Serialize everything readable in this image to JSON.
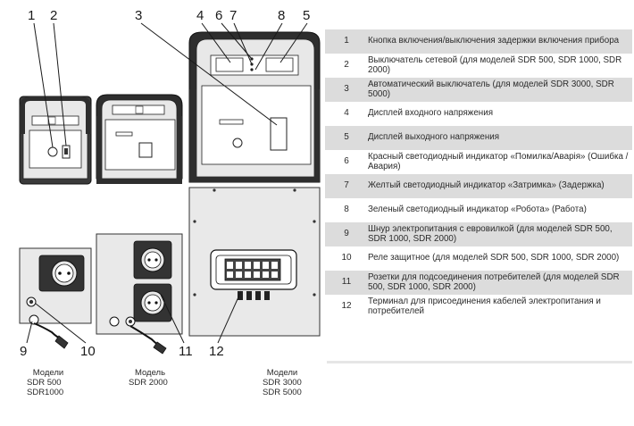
{
  "callouts": [
    "1",
    "2",
    "3",
    "4",
    "5",
    "6",
    "7",
    "8",
    "9",
    "10",
    "11",
    "12"
  ],
  "model_captions": {
    "left": {
      "title": "Модели",
      "line1": "SDR 500",
      "line2": "SDR1000"
    },
    "middle": {
      "title": "Модель",
      "line1": "SDR 2000"
    },
    "right": {
      "title": "Модели",
      "line1": "SDR 3000",
      "line2": "SDR 5000"
    }
  },
  "legend": [
    {
      "num": "1",
      "text": "Кнопка включения/выключения задержки включения прибора",
      "shaded": true
    },
    {
      "num": "2",
      "text": "Выключатель сетевой (для моделей SDR 500, SDR 1000, SDR 2000)",
      "shaded": false
    },
    {
      "num": "3",
      "text": "Автоматический выключатель (для моделей SDR 3000, SDR 5000)",
      "shaded": true
    },
    {
      "num": "4",
      "text": "Дисплей входного напряжения",
      "shaded": false
    },
    {
      "num": "5",
      "text": "Дисплей выходного напряжения",
      "shaded": true
    },
    {
      "num": "6",
      "text": "Красный светодиодный индикатор «Помилка/Аварія» (Ошибка /Авария)",
      "shaded": false
    },
    {
      "num": "7",
      "text": "Желтый светодиодный индикатор «Затримка» (Задержка)",
      "shaded": true
    },
    {
      "num": "8",
      "text": "Зеленый светодиодный индикатор «Робота» (Работа)",
      "shaded": false
    },
    {
      "num": "9",
      "text": "Шнур электропитания с евровилкой (для моделей SDR 500, SDR 1000, SDR 2000)",
      "shaded": true
    },
    {
      "num": "10",
      "text": "Реле защитное (для моделей SDR 500, SDR 1000, SDR 2000)",
      "shaded": false
    },
    {
      "num": "11",
      "text": "Розетки для подсоединения потребителей (для моделей SDR 500, SDR 1000, SDR 2000)",
      "shaded": true
    },
    {
      "num": "12",
      "text": "Терминал для присоединения кабелей электропитания и потребителей",
      "shaded": false
    }
  ],
  "colors": {
    "body_fill": "#e9e9e9",
    "dark_panel": "#333333",
    "row_shade": "#dcdcdc",
    "line": "#1a1a1a"
  }
}
